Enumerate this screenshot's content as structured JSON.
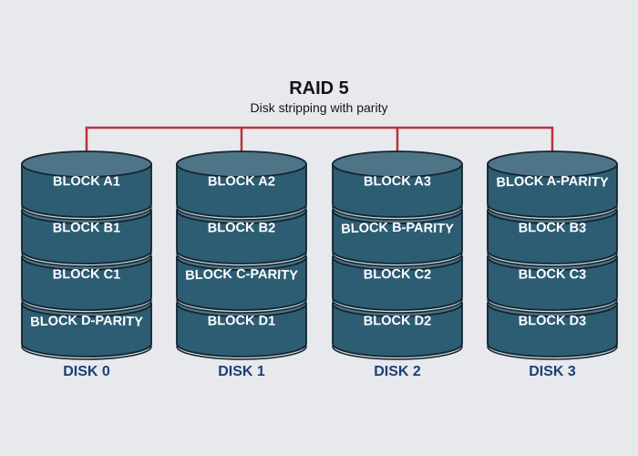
{
  "title": "RAID 5",
  "subtitle": "Disk stripping with parity",
  "colors": {
    "background": "#e7e9ed",
    "platter_top": "#4e7488",
    "platter_body": "#2d5d73",
    "platter_rim": "#c7d3db",
    "platter_outline": "#14242e",
    "connector": "#b8323c",
    "disk_label": "#1d3f76"
  },
  "disks": [
    {
      "label": "DISK 0",
      "blocks": [
        "BLOCK A1",
        "BLOCK B1",
        "BLOCK C1",
        "BLOCK D-PARITY"
      ]
    },
    {
      "label": "DISK 1",
      "blocks": [
        "BLOCK A2",
        "BLOCK B2",
        "BLOCK C-PARITY",
        "BLOCK D1"
      ]
    },
    {
      "label": "DISK 2",
      "blocks": [
        "BLOCK A3",
        "BLOCK B-PARITY",
        "BLOCK C2",
        "BLOCK D2"
      ]
    },
    {
      "label": "DISK 3",
      "blocks": [
        "BLOCK A-PARITY",
        "BLOCK B3",
        "BLOCK C3",
        "BLOCK D3"
      ]
    }
  ]
}
